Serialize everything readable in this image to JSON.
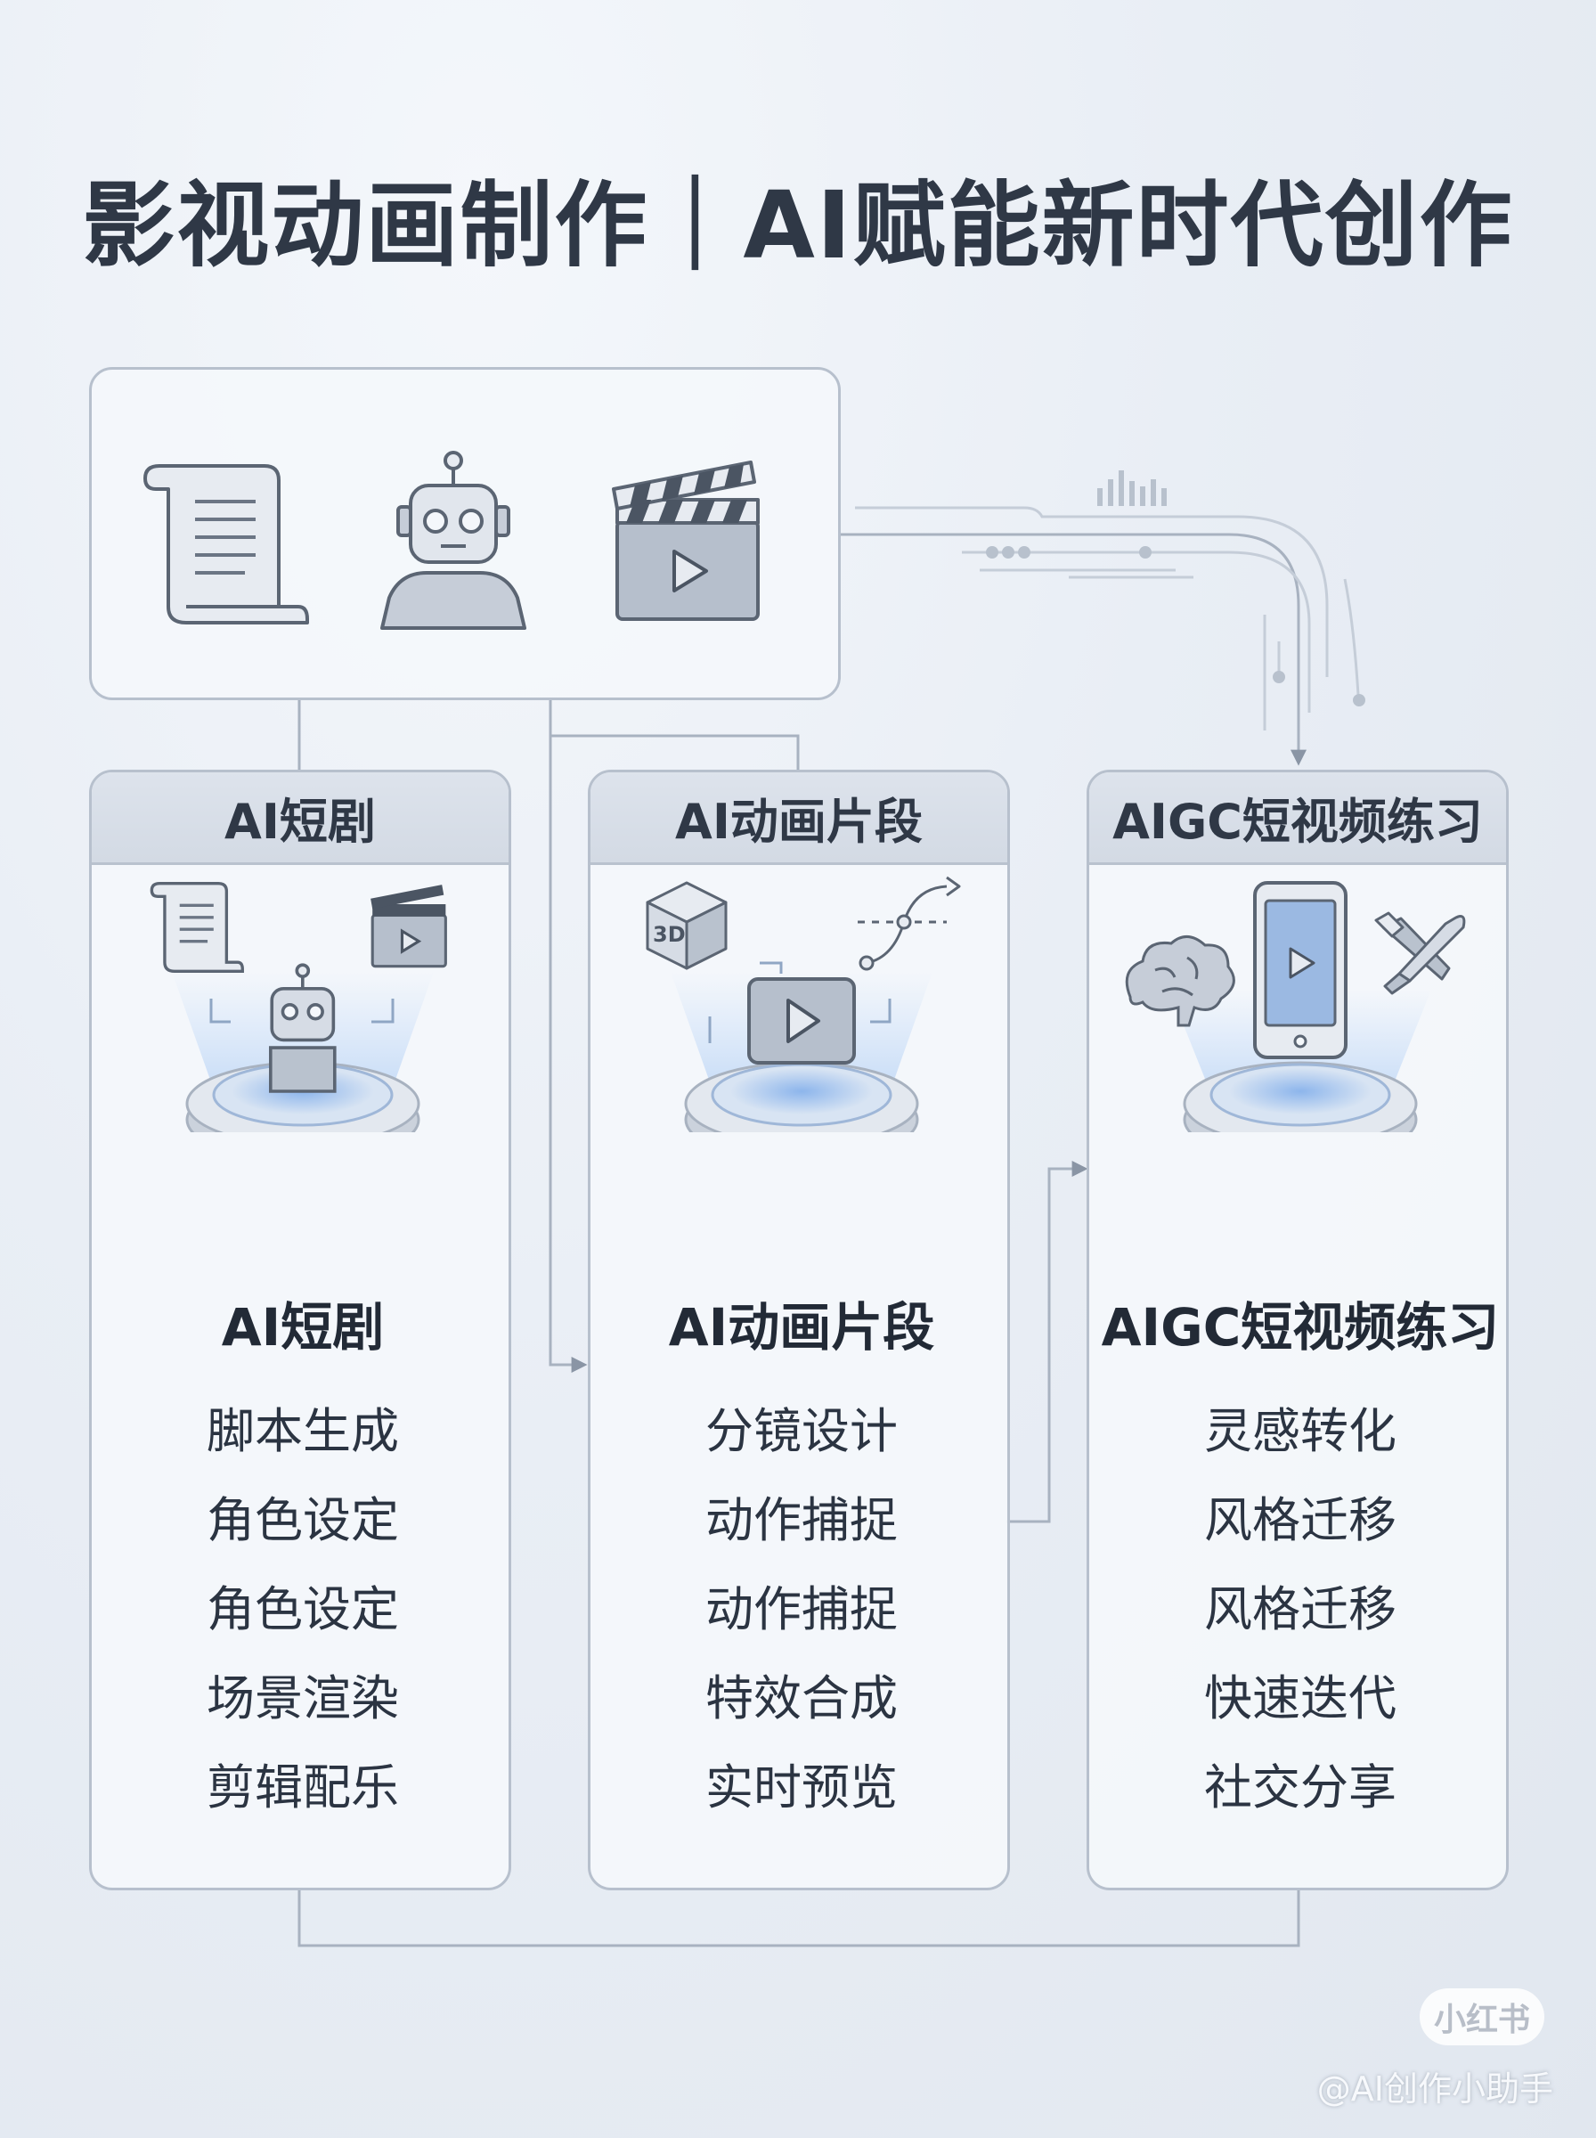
{
  "title": "影视动画制作｜AI赋能新时代创作",
  "cards": [
    {
      "header": "AI短剧",
      "title": "AI短剧",
      "items": [
        "脚本生成",
        "角色设定",
        "角色设定",
        "场景渲染",
        "剪辑配乐"
      ],
      "icons": [
        "script-icon",
        "robot-icon",
        "clapperboard-icon",
        "platform-icon"
      ]
    },
    {
      "header": "AI动画片段",
      "title": "AI动画片段",
      "items": [
        "分镜设计",
        "动作捕捉",
        "动作捕捉",
        "特效合成",
        "实时预览"
      ],
      "icons": [
        "cube-3d-icon",
        "motion-path-icon",
        "video-play-icon",
        "platform-icon"
      ],
      "cube_label": "3D"
    },
    {
      "header": "AIGC短视频练习",
      "title": "AIGC短视频练习",
      "items": [
        "灵感转化",
        "风格迁移",
        "风格迁移",
        "快速迭代",
        "社交分享"
      ],
      "icons": [
        "brain-icon",
        "smartphone-icon",
        "tools-icon",
        "platform-icon"
      ]
    }
  ],
  "toolbox_icons": [
    "script-icon",
    "robot-icon",
    "clapperboard-icon"
  ],
  "badge": "小红书",
  "credit": "@AI创作小助手",
  "colors": {
    "accent_glow": "#4f8fe6",
    "icon_fill": "#b9c2ce",
    "icon_stroke": "#5b6573",
    "border": "#b7c0cd",
    "title": "#2f3846"
  }
}
